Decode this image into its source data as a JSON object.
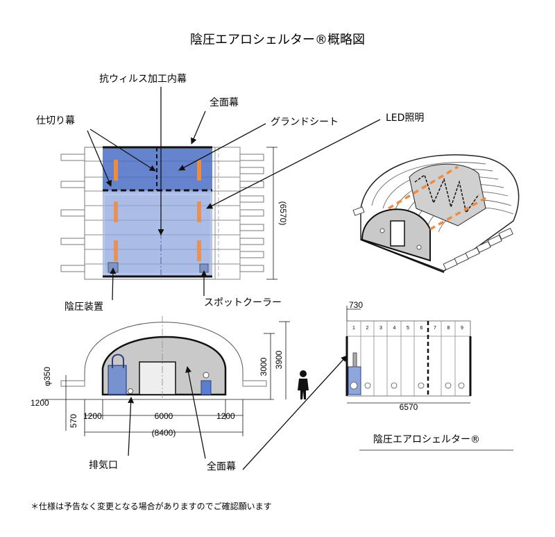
{
  "title": "陰圧エアロシェルター®概略図",
  "labels": {
    "antiviral_inner_curtain": "抗ウィルス加工内幕",
    "full_curtain_top": "全面幕",
    "partition_curtain": "仕切り幕",
    "ground_sheet": "グランドシート",
    "led_lighting": "LED照明",
    "negative_pressure_device": "陰圧装置",
    "spot_cooler": "スポットクーラー",
    "exhaust_port": "排気口",
    "full_curtain_bottom": "全面幕"
  },
  "dimensions": {
    "plan_depth": "(6570)",
    "pipe_diameter": "φ350",
    "pipe_height": "1200",
    "pipe_length": "570",
    "side_left": "1200",
    "center_width": "6000",
    "side_right": "1200",
    "total_width": "(8400)",
    "inner_height": "3000",
    "outer_height": "3900",
    "side_top": "730",
    "side_length": "6570"
  },
  "bay_numbers": [
    "1",
    "2",
    "3",
    "4",
    "5",
    "6",
    "7",
    "8",
    "9"
  ],
  "product_name": "陰圧エアロシェルター®",
  "footnote": "＊仕様は予告なく変更となる場合がありますのでご確認願います",
  "colors": {
    "partition_blue": "#4a6fc4",
    "inner_blue": "#8fa6dd",
    "led_orange": "#f08a3c",
    "wall_gray": "#c9c9c9",
    "device_blue": "#5b7fd0"
  }
}
